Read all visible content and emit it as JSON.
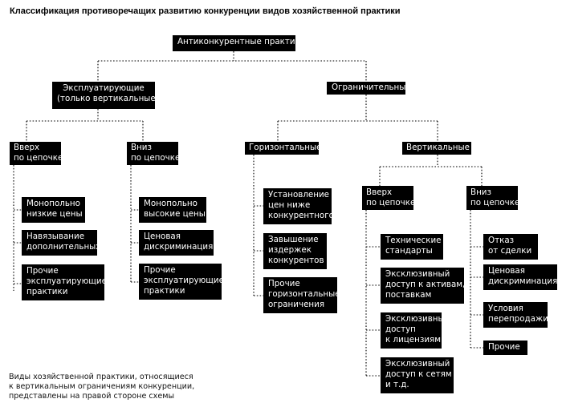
{
  "title": "Классификация противоречащих развитию конкуренции видов хозяйственной практики",
  "nodes": {
    "root": [
      "Антиконкурентные практики"
    ],
    "exploit": [
      "Эксплуатирующие",
      "(только вертикальные)"
    ],
    "restrict": [
      "Ограничительные"
    ],
    "up1": [
      "Вверх",
      "по цепочке"
    ],
    "down1": [
      "Вниз",
      "по цепочке"
    ],
    "horiz": [
      "Горизонтальные"
    ],
    "vert": [
      "Вертикальные"
    ],
    "up1_a": [
      "Монопольно",
      "низкие цены"
    ],
    "up1_b": [
      "Навязывание",
      "дополнительных"
    ],
    "up1_c": [
      "Прочие",
      "эксплуатирующие",
      "практики"
    ],
    "down1_a": [
      "Монопольно",
      "высокие цены"
    ],
    "down1_b": [
      "Ценовая",
      "дискриминация"
    ],
    "down1_c": [
      "Прочие",
      "эксплуатирующие",
      "практики"
    ],
    "horiz_a": [
      "Установление",
      "цен ниже",
      "конкурентного"
    ],
    "horiz_b": [
      "Завышение",
      "издержек",
      "конкурентов"
    ],
    "horiz_c": [
      "Прочие",
      "горизонтальные",
      "ограничения"
    ],
    "up2": [
      "Вверх",
      "по цепочке"
    ],
    "down2": [
      "Вниз",
      "по цепочке"
    ],
    "up2_a": [
      "Технические",
      "стандарты"
    ],
    "up2_b": [
      "Эксклюзивный",
      "доступ к активам,",
      "поставкам"
    ],
    "up2_c": [
      "Эксклюзивный",
      "доступ",
      "к лицензиям"
    ],
    "up2_d": [
      "Эксклюзивный",
      "доступ к сетям",
      "и т.д."
    ],
    "down2_a": [
      "Отказ",
      "от сделки"
    ],
    "down2_b": [
      "Ценовая",
      "дискриминация"
    ],
    "down2_c": [
      "Условия",
      "перепродажи"
    ],
    "down2_d": [
      "Прочие"
    ]
  },
  "footnote": [
    "Виды хозяйственной практики, относящиеся",
    "к вертикальным ограничениям конкуренции,",
    "представлены на правой стороне схемы"
  ],
  "colors": {
    "box": "#000000",
    "box_text": "#ffffff",
    "line": "#000000"
  }
}
